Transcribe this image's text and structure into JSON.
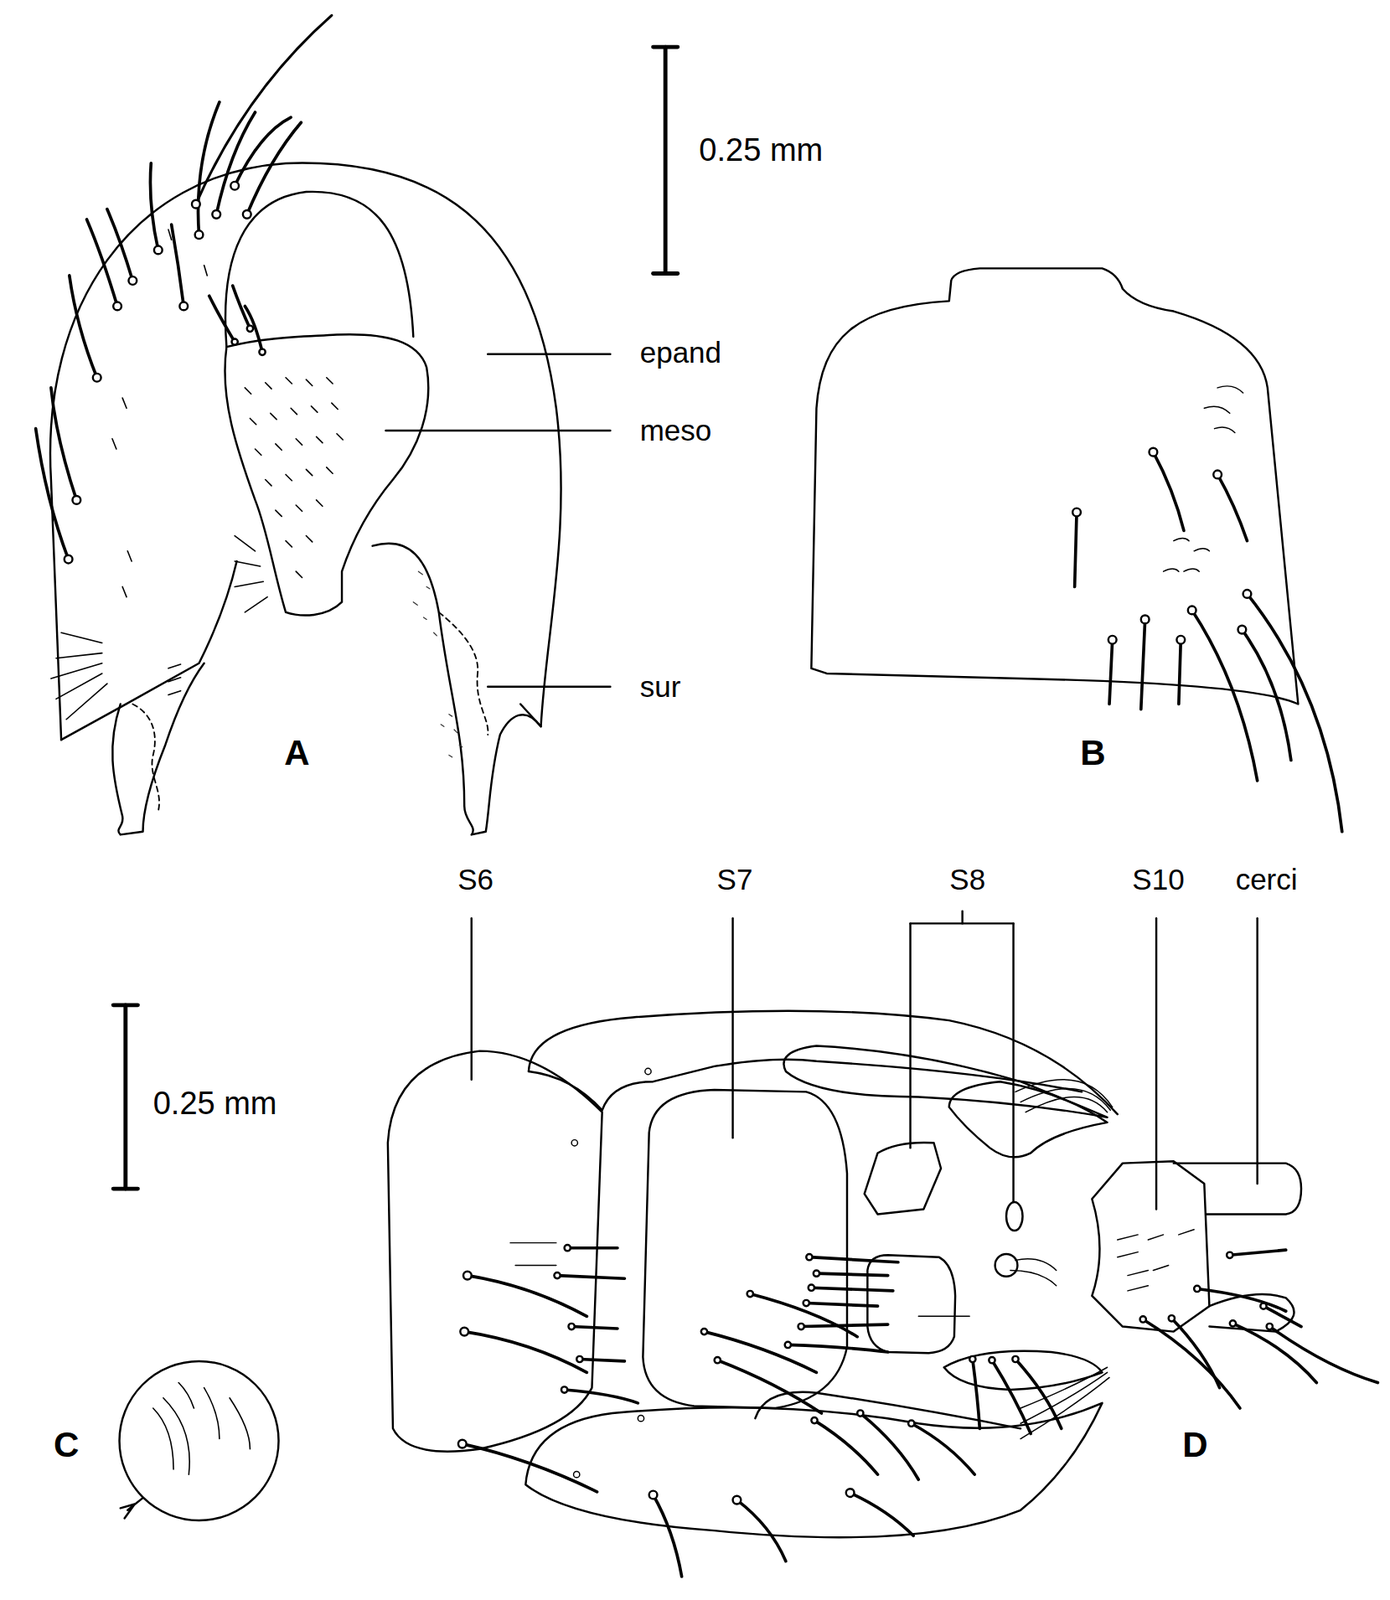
{
  "diagram": {
    "labels": [
      "0.25 mm",
      "epand",
      "meso",
      "sur",
      "A",
      "B",
      "S6",
      "S7",
      "S8",
      "S10",
      "cerci",
      "0.25 mm",
      "C",
      "D"
    ]
  }
}
